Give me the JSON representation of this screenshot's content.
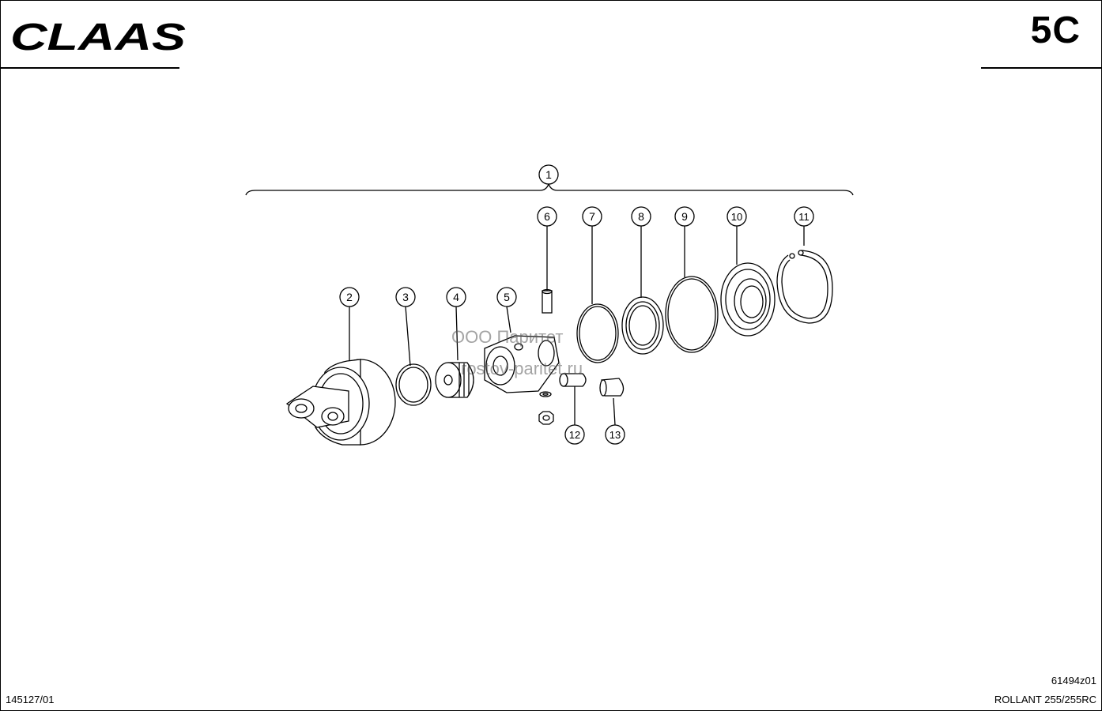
{
  "header": {
    "logo": "CLAAS",
    "page_code": "5C"
  },
  "callouts": [
    "1",
    "2",
    "3",
    "4",
    "5",
    "6",
    "7",
    "8",
    "9",
    "10",
    "11",
    "12",
    "13"
  ],
  "watermark": {
    "line1": "ООО Паритет",
    "line2": "rostov-paritet.ru"
  },
  "footer": {
    "left_code": "145127/01",
    "drawing_number": "61494z01",
    "model": "ROLLANT 255/255RC"
  }
}
